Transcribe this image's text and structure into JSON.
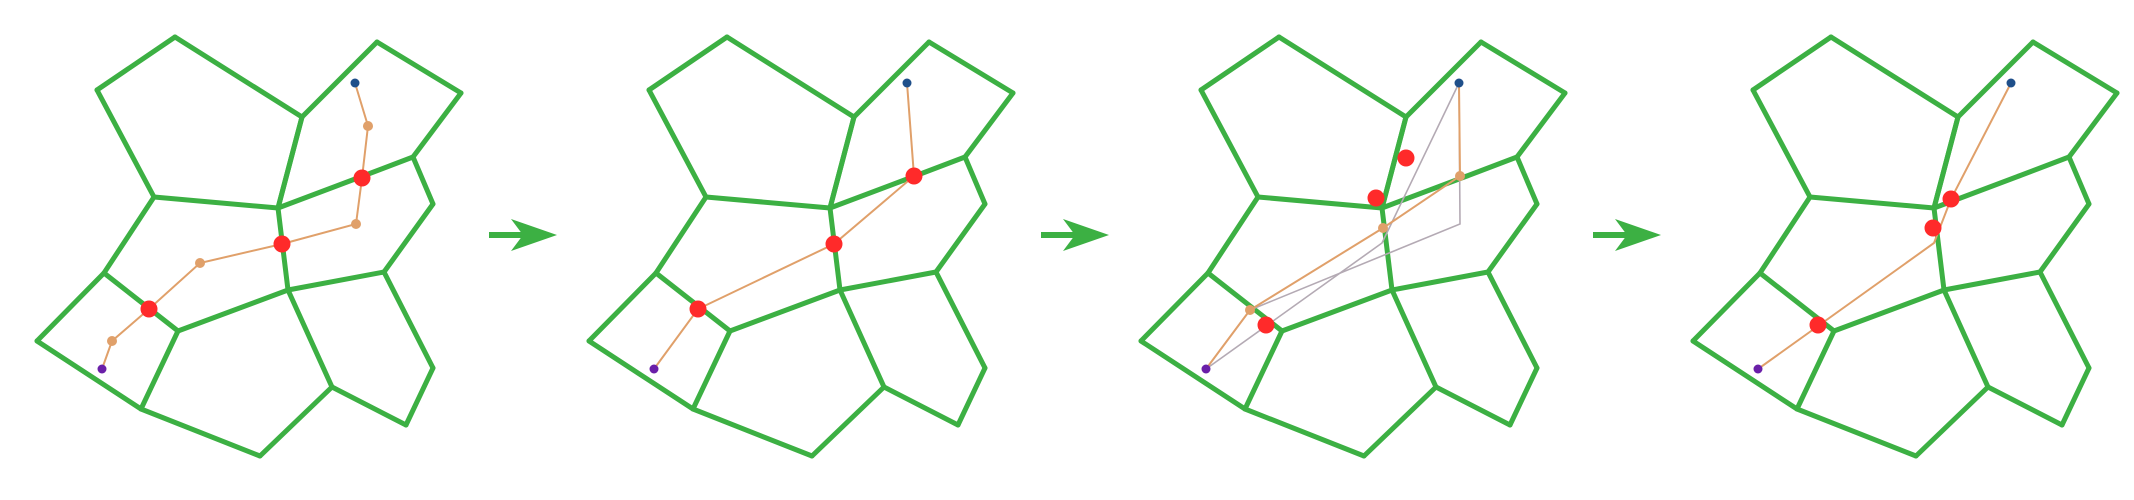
{
  "colors": {
    "background": "#ffffff",
    "mesh_edge": "#3cb043",
    "path_line": "#e0a06a",
    "path_point": "#e0a06a",
    "guide_line": "#b4aab4",
    "crossing_point": "#ff2a2a",
    "start_point": "#6a1fa8",
    "end_point": "#1f4f8a",
    "arrow": "#3cb043"
  },
  "icons": {
    "transition_arrow": "arrow-right-icon"
  },
  "panels": [
    {
      "name": "panel-1-initial-path"
    },
    {
      "name": "panel-2-straightened-path"
    },
    {
      "name": "panel-3-candidate-paths"
    },
    {
      "name": "panel-4-final-path"
    }
  ]
}
